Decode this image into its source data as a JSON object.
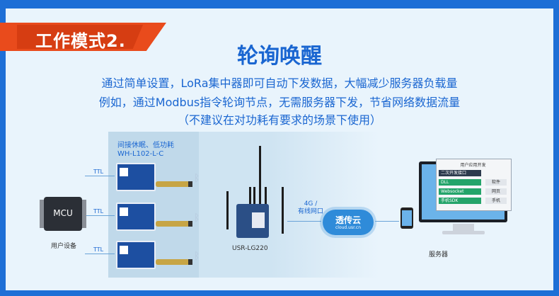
{
  "badge": {
    "label": "工作模式2."
  },
  "title": "轮询唤醒",
  "description": {
    "line1": "通过简单设置，LoRa集中器即可自动下发数据，大幅减少服务器负载量",
    "line2": "例如，通过Modbus指令轮询节点，无需服务器下发，节省网络数据流量",
    "line3": "（不建议在对功耗有要求的场景下使用）"
  },
  "diagram": {
    "module_group_label": "间接休眠、低功耗",
    "module_model": "WH-L102-L-C",
    "ttl_label": "TTL",
    "mcu_label": "MCU",
    "user_device_caption": "用户设备",
    "router_caption": "USR-LG220",
    "network_label": "4G /\n有线网口",
    "cloud": {
      "name": "透传云",
      "url": "cloud.usr.cn"
    },
    "server_caption": "服务器",
    "sdk": {
      "title": "用户应用开发",
      "rows": [
        {
          "left": "二次开发接口",
          "right": ""
        },
        {
          "left": "DLL",
          "right": "软件"
        },
        {
          "left": "Websocket",
          "right": "网页"
        },
        {
          "left": "手机SDK",
          "right": "手机"
        }
      ]
    }
  }
}
